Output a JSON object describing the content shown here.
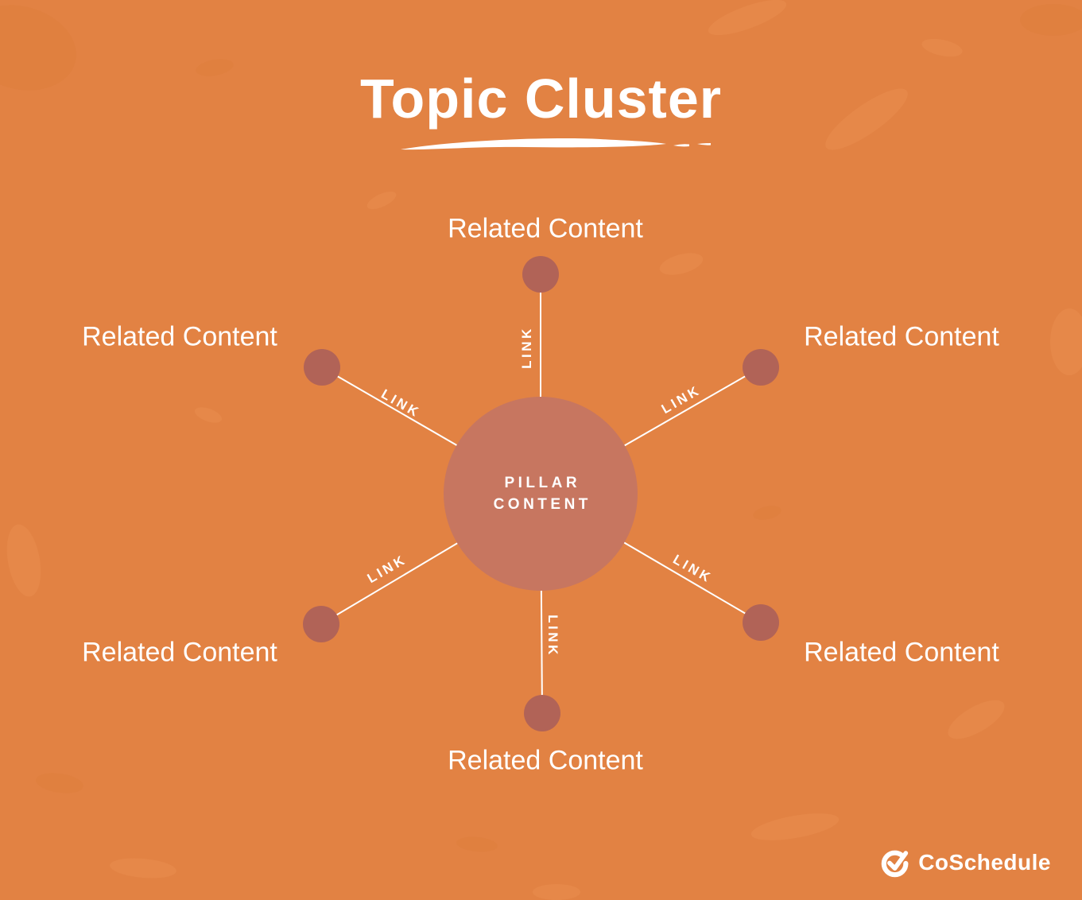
{
  "title": "Topic Cluster",
  "diagram": {
    "center_node": {
      "line1": "PILLAR",
      "line2": "CONTENT"
    },
    "link_label": "LINK",
    "nodes": [
      {
        "position": "top",
        "label": "Related Content"
      },
      {
        "position": "upper-right",
        "label": "Related Content"
      },
      {
        "position": "lower-right",
        "label": "Related Content"
      },
      {
        "position": "bottom",
        "label": "Related Content"
      },
      {
        "position": "lower-left",
        "label": "Related Content"
      },
      {
        "position": "upper-left",
        "label": "Related Content"
      }
    ]
  },
  "footer": {
    "brand": "CoSchedule"
  },
  "icons": {
    "logo": "check-circle-icon"
  },
  "colors": {
    "background": "#E28243",
    "pillar_circle": "#C77660",
    "node_circle": "#B16357",
    "text": "#FFFFFF"
  }
}
